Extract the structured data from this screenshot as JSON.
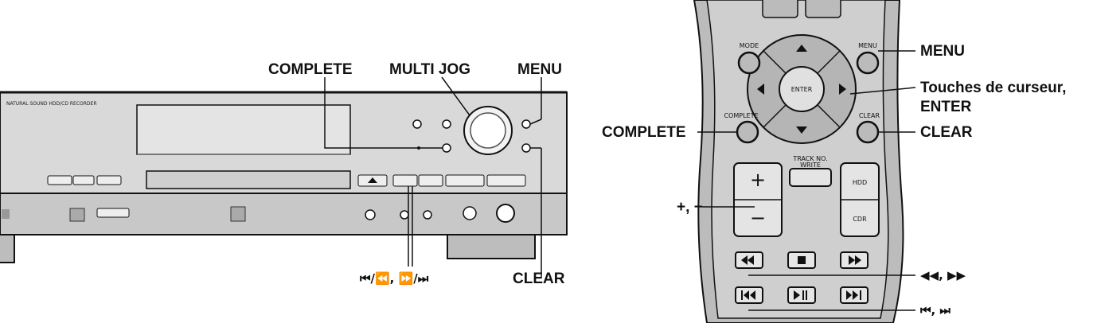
{
  "device": {
    "brand_strip": "NATURAL SOUND HDD/CD RECORDER",
    "callouts": {
      "complete": "COMPLETE",
      "multi_jog": "MULTI JOG",
      "menu": "MENU",
      "clear": "CLEAR",
      "skip_search": "⏮/⏪, ⏩/⏭"
    }
  },
  "remote": {
    "buttons": {
      "mode": "MODE",
      "menu": "MENU",
      "enter": "ENTER",
      "complete": "COMPLETE",
      "clear": "CLEAR",
      "track_no_write_1": "TRACK NO.",
      "track_no_write_2": "WRITE",
      "plus": "+",
      "minus": "−",
      "hdd": "HDD",
      "cdr": "CDR"
    },
    "callouts": {
      "menu": "MENU",
      "cursor_line1": "Touches de curseur,",
      "cursor_line2": "ENTER",
      "complete": "COMPLETE",
      "clear": "CLEAR",
      "plus_minus": "+, −",
      "rew_ff": "◀◀, ▶▶",
      "skip": "⏮, ⏭"
    }
  }
}
